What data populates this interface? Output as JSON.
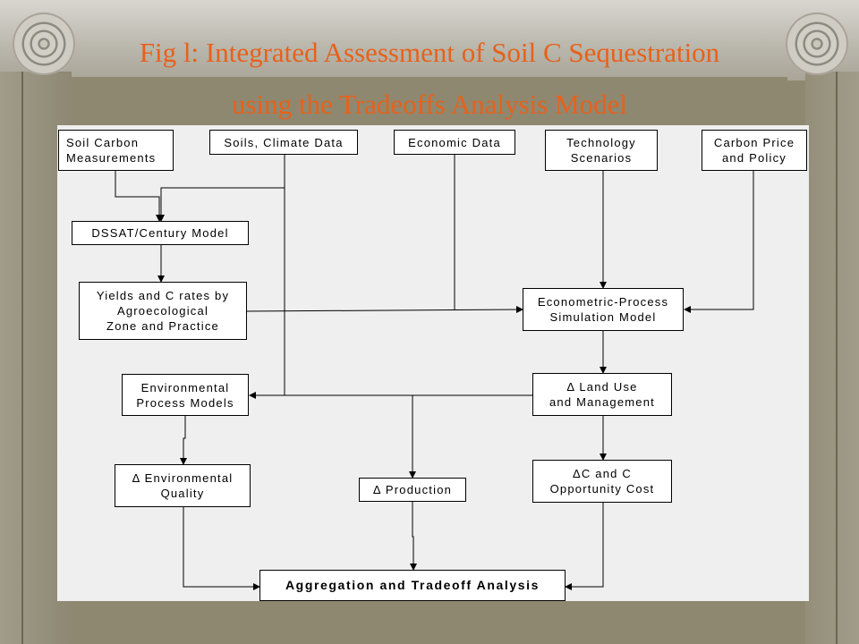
{
  "title": {
    "line1": "Fig l: Integrated  Assessment  of Soil C Sequestration",
    "line2": "using the  Tradeoffs Analysis Model"
  },
  "nodes": {
    "soil_carbon": [
      "Soil Carbon",
      "Measurements"
    ],
    "soils_climate": [
      "Soils, Climate Data"
    ],
    "economic_data": [
      "Economic Data"
    ],
    "technology": [
      "Technology",
      "Scenarios"
    ],
    "carbon_price": [
      "Carbon Price",
      "and Policy"
    ],
    "dssat": [
      "DSSAT/Century Model"
    ],
    "yields": [
      "Yields and C rates by",
      "Agroecological",
      "Zone and Practice"
    ],
    "econometric": [
      "Econometric-Process",
      "Simulation Model"
    ],
    "env_process": [
      "Environmental",
      "Process Models"
    ],
    "land_use": [
      "Δ Land Use",
      "and Management"
    ],
    "env_quality": [
      "Δ Environmental",
      "Quality"
    ],
    "production": [
      "Δ Production"
    ],
    "c_opportunity": [
      "ΔC and C",
      "Opportunity Cost"
    ],
    "aggregation": [
      "Aggregation and Tradeoff Analysis"
    ]
  },
  "colors": {
    "title": "#e8611a",
    "background": "#8f8870",
    "diagram_bg": "#efefef"
  }
}
